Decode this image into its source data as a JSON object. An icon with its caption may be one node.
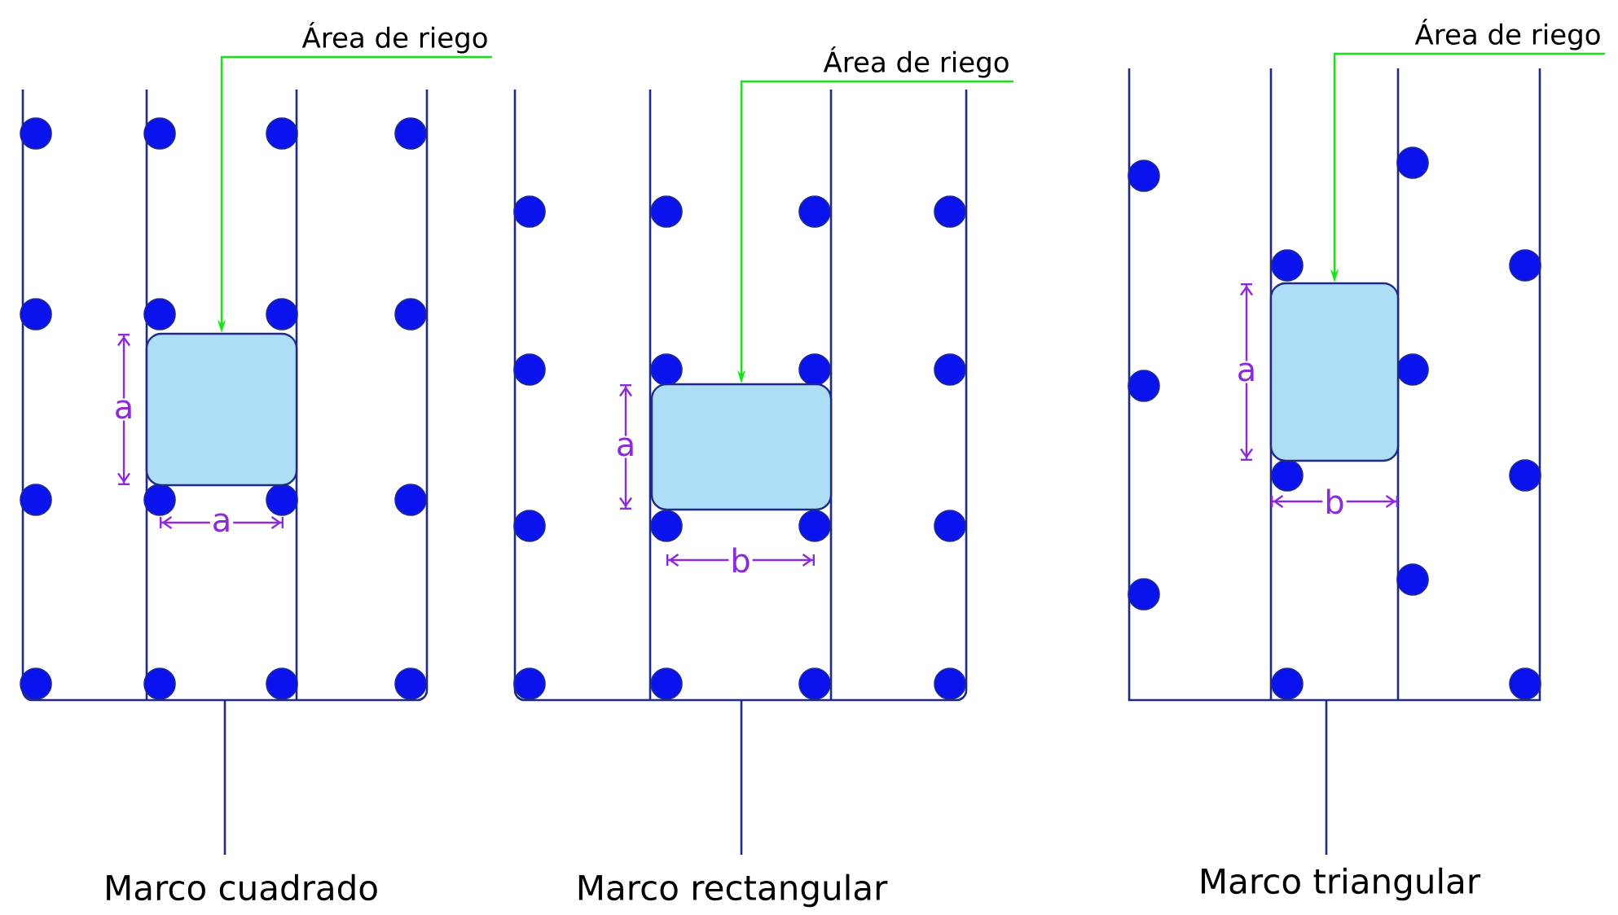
{
  "diagram": {
    "nodes": [
      {
        "text": [
          "Área de riego"
        ]
      },
      {
        "text": [],
        "shape": "box"
      },
      {
        "text": [
          "Área de riego"
        ]
      },
      {
        "text": [],
        "shape": "box"
      },
      {
        "text": [
          "Área de riego"
        ]
      },
      {
        "text": [],
        "shape": "box"
      }
    ],
    "edges": [
      {
        "from": 0,
        "to": 1,
        "arrow": "to"
      },
      {
        "from": 2,
        "to": 3,
        "arrow": "to"
      },
      {
        "from": 4,
        "to": 5,
        "arrow": "to"
      }
    ],
    "labels": [
      "a",
      "a",
      "Marco cuadrado",
      "a",
      "b",
      "Marco rectangular",
      "a",
      "b",
      "Marco triangular"
    ]
  }
}
